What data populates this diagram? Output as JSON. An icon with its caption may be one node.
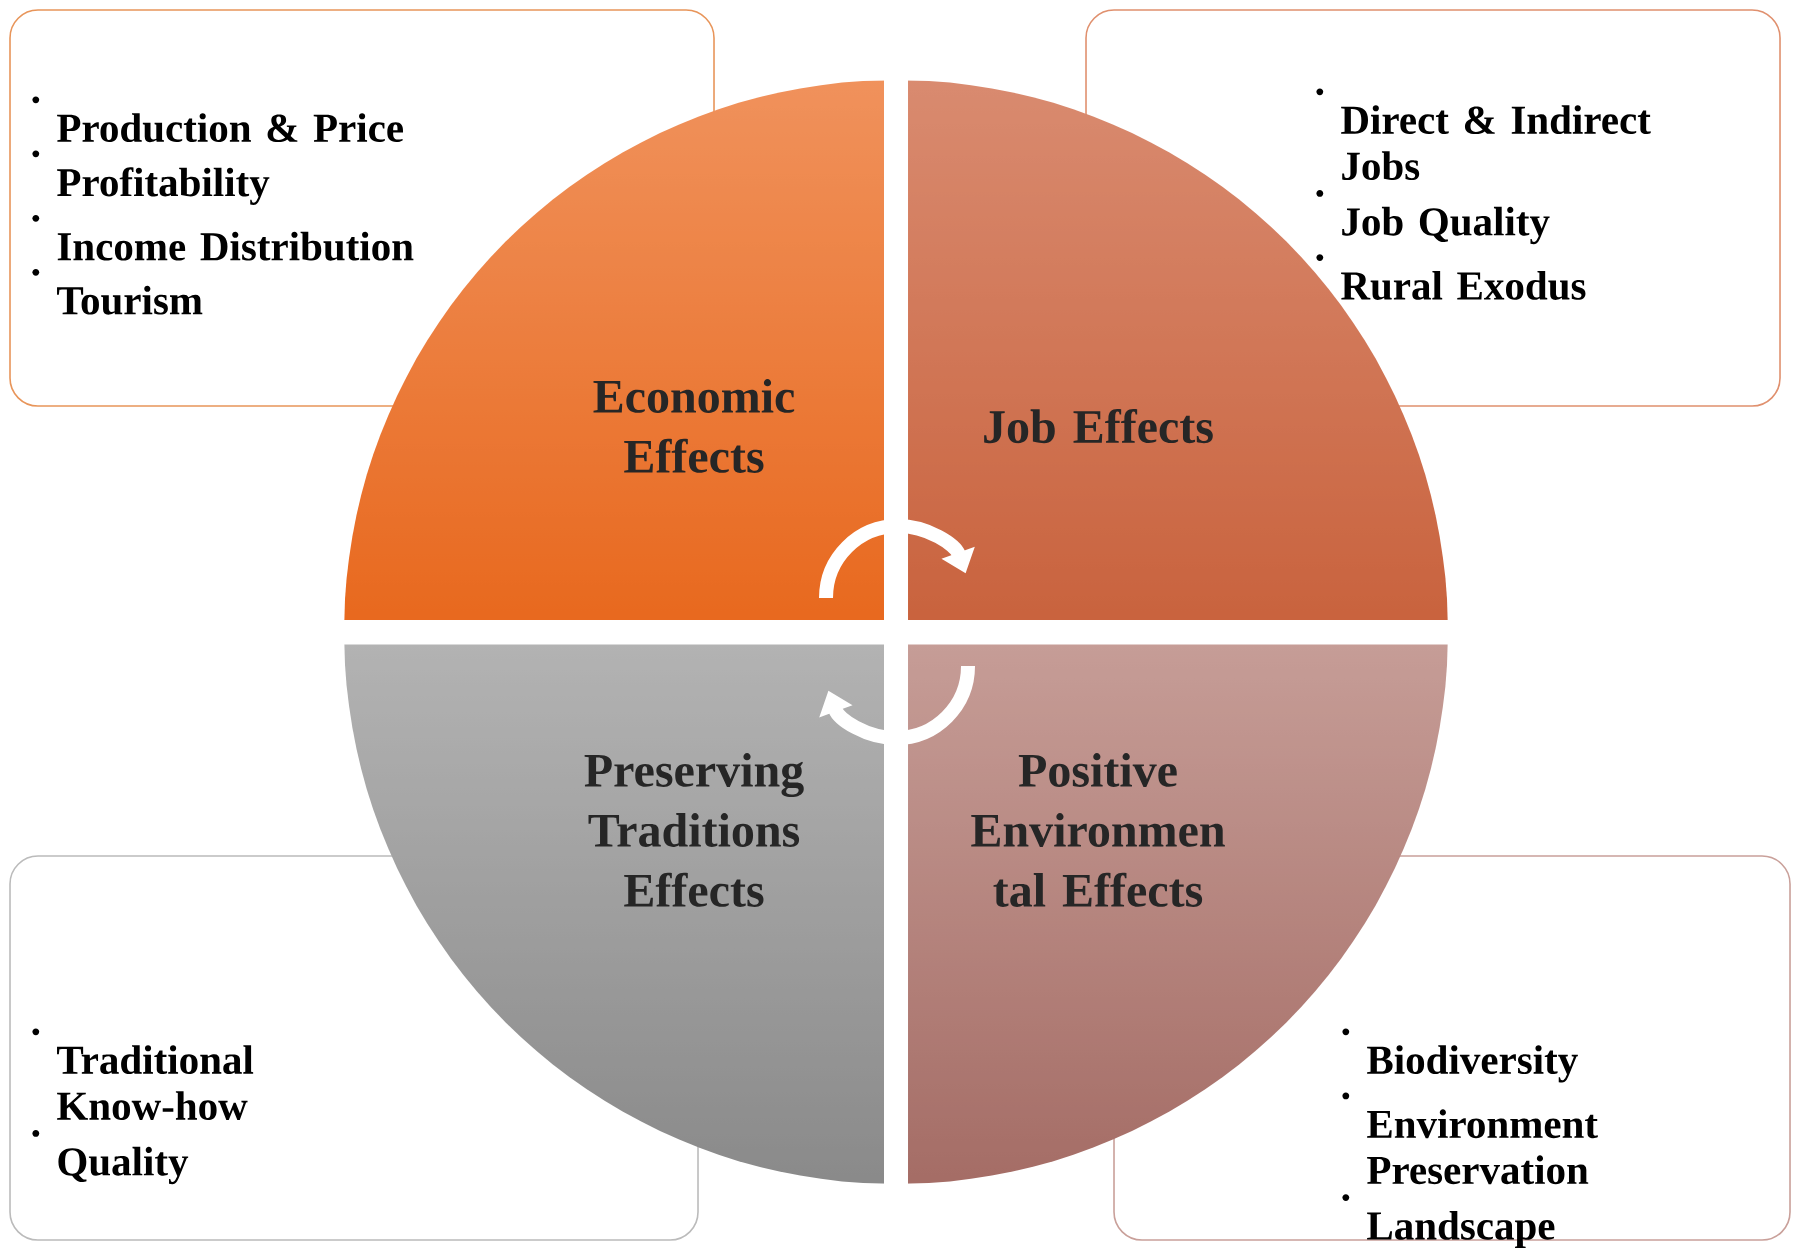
{
  "diagram": {
    "nodes": [
      {
        "text": [
          "Production & Price",
          "Profitability",
          "Income Distribution",
          "Tourism"
        ]
      },
      {
        "text": [
          "Direct & Indirect Jobs",
          "Job Quality",
          "Rural Exodus"
        ]
      },
      {
        "text": [
          "Economic Effects"
        ]
      },
      {
        "text": [
          "Job Effects"
        ]
      },
      {
        "text": [
          "Preserving Traditions Effects"
        ]
      },
      {
        "text": [
          "Positive Environmen tal Effects"
        ]
      },
      {
        "text": [
          "Traditional Know-how",
          "Quality"
        ]
      },
      {
        "text": [
          "Biodiversity",
          "Environment Preservation",
          "Landscape"
        ]
      }
    ]
  }
}
